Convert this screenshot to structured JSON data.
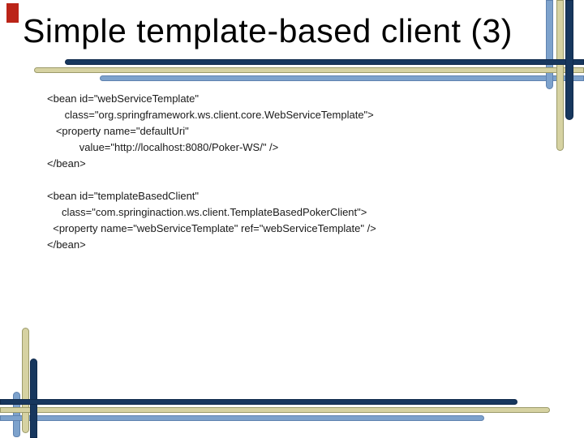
{
  "slide": {
    "title": "Simple template-based client (3)",
    "code_blocks": [
      {
        "lines": [
          "<bean id=\"webServiceTemplate\"",
          "      class=\"org.springframework.ws.client.core.WebServiceTemplate\">",
          "   <property name=\"defaultUri\"",
          "           value=\"http://localhost:8080/Poker-WS/\" />",
          "</bean>"
        ]
      },
      {
        "lines": [
          "<bean id=\"templateBasedClient\"",
          "     class=\"com.springinaction.ws.client.TemplateBasedPokerClient\">",
          "  <property name=\"webServiceTemplate\" ref=\"webServiceTemplate\" />",
          "</bean>"
        ]
      }
    ]
  },
  "decor": {
    "navy": "#17375e",
    "tan": "#d6d2a2",
    "light_blue": "#7da2cc",
    "red_marker": "#bb2418"
  }
}
